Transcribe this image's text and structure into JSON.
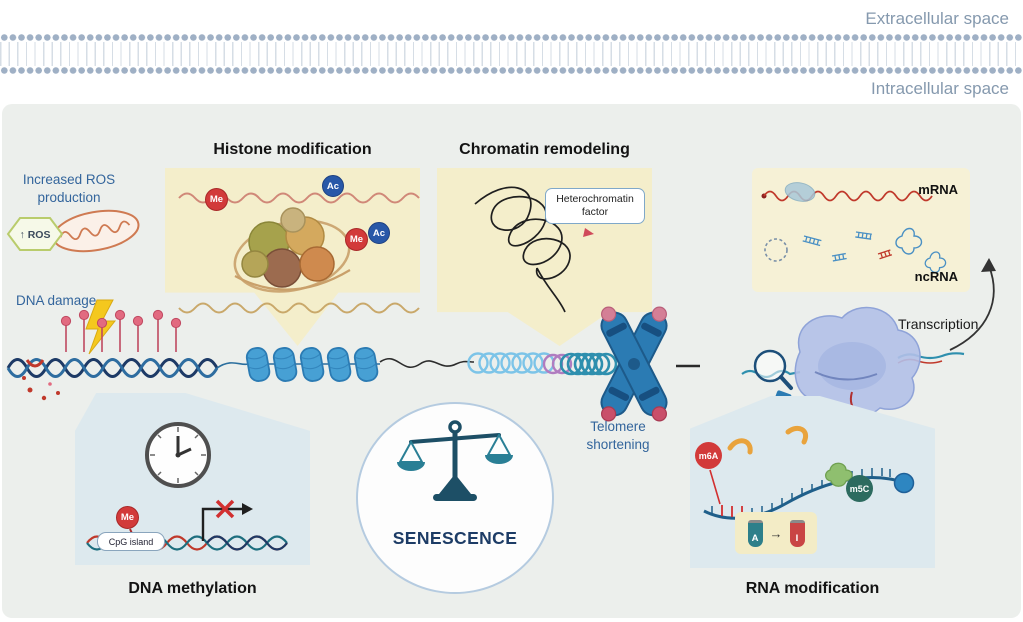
{
  "scene": {
    "extracellular_label": "Extracellular space",
    "intracellular_label": "Intracellular space"
  },
  "left": {
    "ros_title": "Increased ROS production",
    "ros_badge": "↑ ROS",
    "dna_damage": "DNA damage"
  },
  "panels": {
    "histone": {
      "title": "Histone modification",
      "me": "Me",
      "ac": "Ac"
    },
    "chromatin": {
      "title": "Chromatin remodeling",
      "factor": "Heterochromatin factor"
    },
    "rna_output": {
      "mrna_label": "mRNA",
      "ncrna_label": "ncRNA"
    },
    "methylation": {
      "title": "DNA methylation",
      "me": "Me",
      "cpg": "CpG island"
    },
    "rna_mod": {
      "title": "RNA modification",
      "m6a": "m6A",
      "m5c": "m5C",
      "tube_a": "A",
      "tube_i": "I",
      "arrow": "→"
    },
    "senescence": {
      "label": "SENESCENCE"
    }
  },
  "annotations": {
    "telomere": "Telomere shortening",
    "transcription": "Transcription"
  },
  "icons": [
    "mitochondria-icon",
    "ros-hexagon-icon",
    "lightning-bolt-icon",
    "dna-helix-icon",
    "methyl-pin-icon",
    "nucleosome-fiber-icon",
    "chromatin-coil-icon",
    "chromosome-icon",
    "rna-polymerase-icon",
    "magnifier-icon",
    "clock-icon",
    "balance-scale-icon",
    "test-tube-icon",
    "mirna-hairpin-icon",
    "circular-rna-icon",
    "membrane-bilayer-icon"
  ],
  "colors": {
    "membrane_dot": "#9fb0c5",
    "space_label_text": "#8599ae",
    "cell_background": "#ecefec",
    "panel_yellow": "#f4eecb",
    "panel_blue": "#dde9ee",
    "blue_note_text": "#33659c",
    "senescence_navy": "#1d3c66",
    "scale_teal": "#2a7f95",
    "me_red": "#d23a3a",
    "ac_blue": "#2858a8",
    "m5c_teal": "#2d6b5f",
    "mrna_red": "#c0392b",
    "dna_navy": "#1d3a66",
    "chromosome_blue": "#2b7bb3",
    "lightning_yellow": "#f4c81e"
  }
}
